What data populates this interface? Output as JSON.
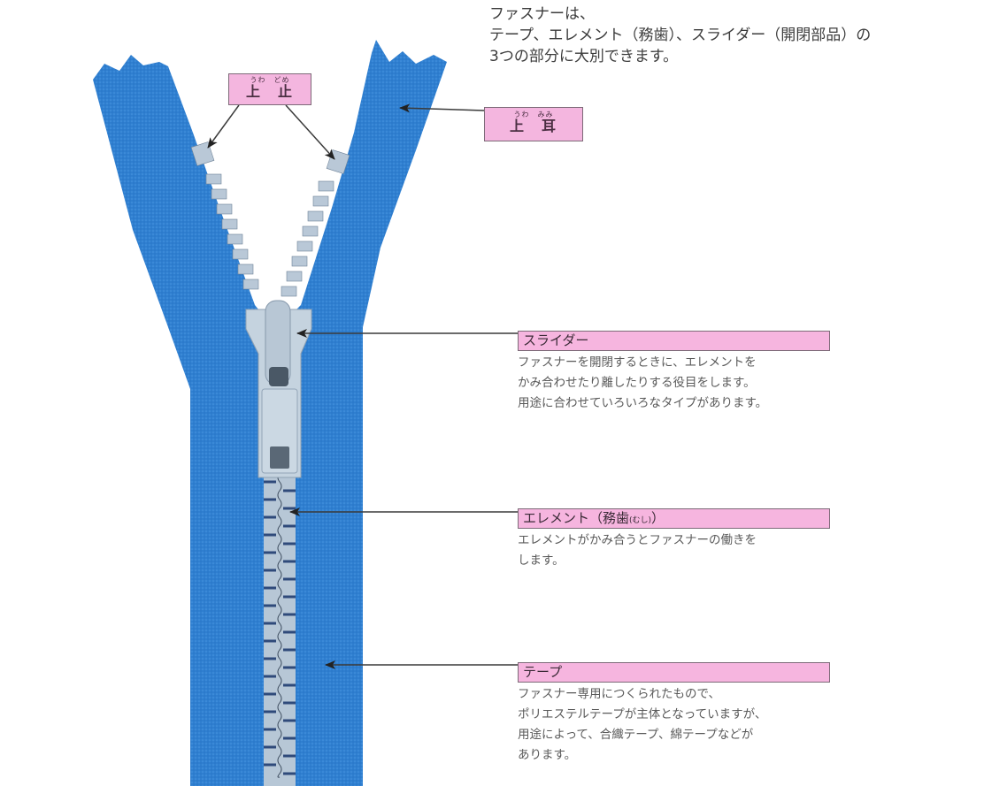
{
  "intro": {
    "lines": [
      "ファスナーは、",
      "テープ、エレメント（務歯）、スライダー（開閉部品）の",
      "3つの部分に大別できます。"
    ]
  },
  "labels": {
    "top_stop": {
      "ruby": "うわ　どめ",
      "kanji": "上　止"
    },
    "top_ear": {
      "ruby": "うわ　みみ",
      "kanji": "上　耳"
    }
  },
  "sections": [
    {
      "id": "slider",
      "title": "スライダー",
      "title_sub": "",
      "lines": [
        "ファスナーを開閉するときに、エレメントを",
        "かみ合わせたり離したりする役目をします。",
        "用途に合わせていろいろなタイプがあります。"
      ]
    },
    {
      "id": "element",
      "title": "エレメント（務歯",
      "title_sub": "(むし)",
      "title_end": "）",
      "lines": [
        "エレメントがかみ合うとファスナーの働きを",
        "します。"
      ]
    },
    {
      "id": "tape",
      "title": "テープ",
      "title_sub": "",
      "lines": [
        "ファスナー専用につくられたもので、",
        "ポリエステルテープが主体となっていますが、",
        "用途によって、合織テープ、綿テープなどが",
        "あります。"
      ]
    }
  ],
  "colors": {
    "tape": "#2f7fd0",
    "element": "#b7c7d6",
    "label_bg": "#f6b5df",
    "label_border": "#7d6a78",
    "arrow": "#3a3a3a"
  }
}
